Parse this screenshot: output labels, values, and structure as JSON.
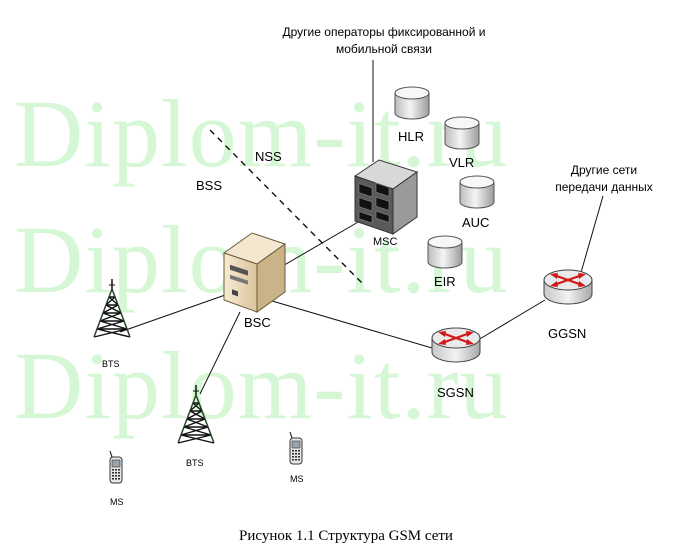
{
  "watermark": {
    "line1": "Diplom-it.ru",
    "line2": "Diplom-it.ru",
    "line3": "Diplom-it.ru"
  },
  "labels": {
    "other_operators_line1": "Другие операторы фиксированной и",
    "other_operators_line2": "мобильной связи",
    "other_networks_line1": "Другие сети",
    "other_networks_line2": "передачи данных",
    "nss": "NSS",
    "bss": "BSS",
    "hlr": "HLR",
    "vlr": "VLR",
    "auc": "AUC",
    "eir": "EIR",
    "msc": "MSC",
    "bsc": "BSC",
    "sgsn": "SGSN",
    "ggsn": "GGSN",
    "bts1": "BTS",
    "bts2": "BTS",
    "ms1": "MS",
    "ms2": "MS"
  },
  "caption": "Рисунок 1.1 Структура GSM сети",
  "colors": {
    "watermark": "#d6f7d6",
    "router_arrows": "#d01818",
    "server_body": "#eedfc0",
    "db_fill": "#e6e6e6"
  }
}
